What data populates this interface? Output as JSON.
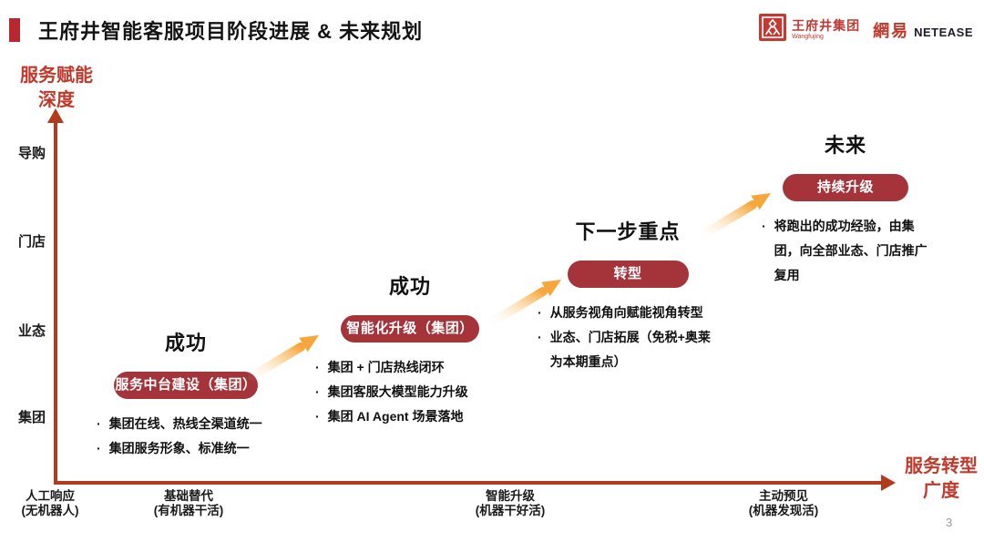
{
  "slide": {
    "title": "王府井智能客服项目阶段进展 & 未来规划",
    "page_number": "3"
  },
  "logos": {
    "wangfujing": {
      "name": "王府井集团",
      "sub": "Wangfujing"
    },
    "netease": {
      "cn": "網易",
      "en": "NETEASE"
    }
  },
  "axes": {
    "y": {
      "label_line1": "服务赋能",
      "label_line2": "深度",
      "ticks": [
        "导购",
        "门店",
        "业态",
        "集团"
      ]
    },
    "x": {
      "label_line1": "服务转型",
      "label_line2": "广度",
      "ticks": [
        {
          "l1": "人工响应",
          "l2": "(无机器人)"
        },
        {
          "l1": "基础替代",
          "l2": "(有机器干活)"
        },
        {
          "l1": "智能升级",
          "l2": "(机器干好活)"
        },
        {
          "l1": "主动预见",
          "l2": "(机器发现活)"
        }
      ]
    }
  },
  "stages": [
    {
      "header": "成功",
      "badge": "服务中台建设（集团）",
      "bullets": [
        "集团在线、热线全渠道统一",
        "集团服务形象、标准统一"
      ]
    },
    {
      "header": "成功",
      "badge": "智能化升级（集团）",
      "bullets": [
        "集团 + 门店热线闭环",
        "集团客服大模型能力升级",
        "集团 AI Agent 场景落地"
      ]
    },
    {
      "header": "下一步重点",
      "badge": "转型",
      "bullets": [
        "从服务视角向赋能视角转型",
        "业态、门店拓展（免税+奥莱为本期重点）"
      ]
    },
    {
      "header": "未来",
      "badge": "持续升级",
      "bullets": [
        "将跑出的成功经验，由集团，向全部业态、门店推广复用"
      ]
    }
  ],
  "colors": {
    "title_bar_red": "#B8272E",
    "badge_red": "#A5343A",
    "axis_red": "#B23B1D",
    "label_red": "#C0392B",
    "arrow_orange": "#F6A63A"
  }
}
